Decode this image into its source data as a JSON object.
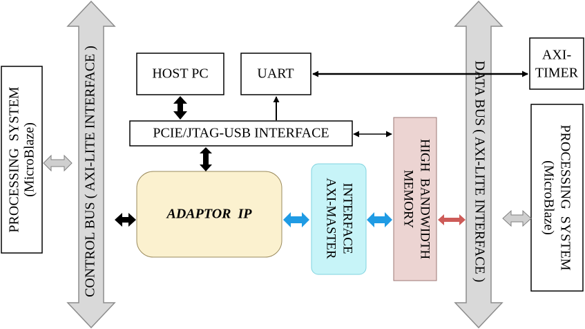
{
  "diagram": {
    "left_system": {
      "line1": "PROCESSING  SYSTEM",
      "line2": "(MicroBlaze)"
    },
    "control_bus": "CONTROL BUS ( AXI-LITE INTERFACE )",
    "host_pc": "HOST PC",
    "uart": "UART",
    "pcie": "PCIE/JTAG-USB INTERFACE",
    "adaptor": "ADAPTOR  IP",
    "axi_master": {
      "line1": "AXI-MASTER",
      "line2": "INTERFACE"
    },
    "hbm": {
      "line1": "HIGH  BANDWIDTH",
      "line2": "MEMORY"
    },
    "data_bus": "DATA BUS ( AXI-LITE INTERFACE )",
    "axi_timer": {
      "line1": "AXI-",
      "line2": "TIMER"
    },
    "right_system": {
      "line1": "PROCESSING  SYSTEM",
      "line2": "(MicroBlaze)"
    },
    "colors": {
      "bus_fill": "#d9d9d9",
      "adaptor_fill": "#fbf1cf",
      "axi_master_fill": "#c7f4f8",
      "hbm_fill": "#ecd4d2",
      "blue_arrow": "#1f9be4",
      "red_arrow": "#cd5b58"
    }
  }
}
